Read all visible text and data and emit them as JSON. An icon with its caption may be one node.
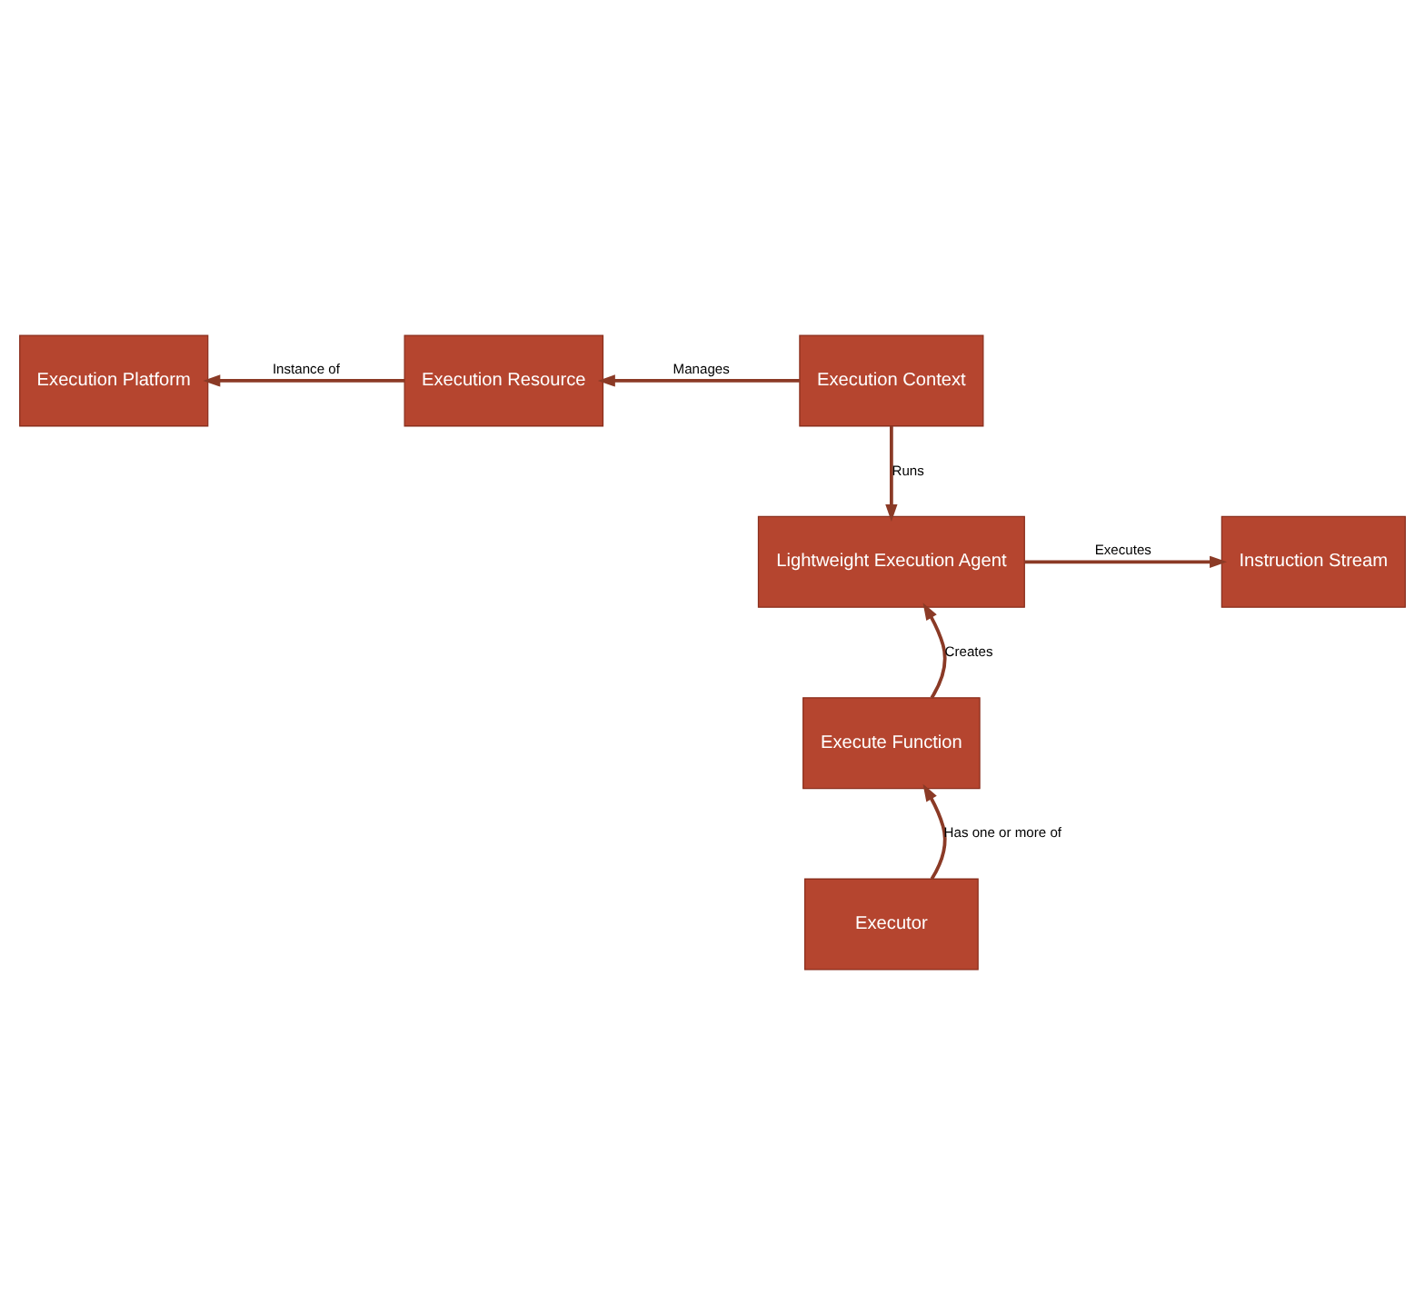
{
  "diagram": {
    "nodes": [
      {
        "text": [
          "Execution Platform"
        ]
      },
      {
        "text": [
          "Execution Resource"
        ]
      },
      {
        "text": [
          "Execution Context"
        ]
      },
      {
        "text": [
          "Instruction Stream"
        ]
      },
      {
        "text": [
          "Lightweight Execution Agent"
        ]
      },
      {
        "text": [
          "Execute Function"
        ]
      },
      {
        "text": [
          "Executor"
        ]
      }
    ],
    "edges": [
      {
        "from": 1,
        "to": 0,
        "arrow": "to",
        "label": "Instance of"
      },
      {
        "from": 2,
        "to": 1,
        "arrow": "to",
        "label": "Manages"
      },
      {
        "from": 2,
        "to": 4,
        "arrow": "to",
        "label": "Runs"
      },
      {
        "from": 4,
        "to": 3,
        "arrow": "to",
        "label": "Executes"
      },
      {
        "from": 5,
        "to": 4,
        "arrow": "to",
        "label": "Creates"
      },
      {
        "from": 6,
        "to": 5,
        "arrow": "to",
        "label": "Has one or more of"
      }
    ]
  }
}
